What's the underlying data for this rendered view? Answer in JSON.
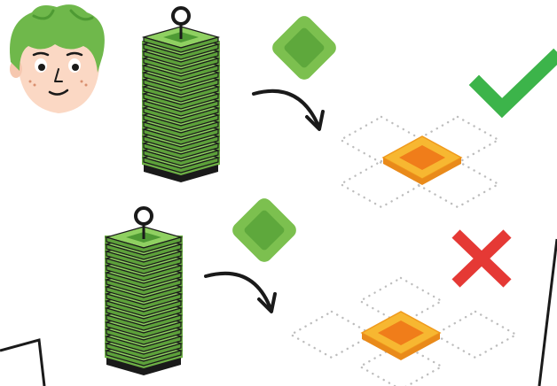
{
  "scene": {
    "character": {
      "icon": "green-haired-boy-avatar"
    },
    "stacks": [
      {
        "id": "top",
        "icon": "green-tile-stack-with-hook",
        "next_tile_icon": "green-diamond-tile",
        "arrow_icon": "curved-arrow",
        "placement_icon": "orange-tile-on-dotted-grid",
        "result_icon": "green-checkmark-icon",
        "result": "correct"
      },
      {
        "id": "bottom",
        "icon": "green-tile-stack-with-hook",
        "next_tile_icon": "green-diamond-tile",
        "arrow_icon": "curved-arrow",
        "placement_icon": "orange-tile-on-dotted-grid",
        "result_icon": "red-cross-icon",
        "result": "incorrect"
      }
    ]
  },
  "colors": {
    "stack_green": "#7cc04f",
    "stack_dark": "#4e9232",
    "tile_orange": "#f5a623",
    "tile_orange_dark": "#f07d1a",
    "check_green": "#3cb44a",
    "cross_red": "#e53935",
    "hair_green": "#6fb84b",
    "skin": "#fbd8c4"
  }
}
